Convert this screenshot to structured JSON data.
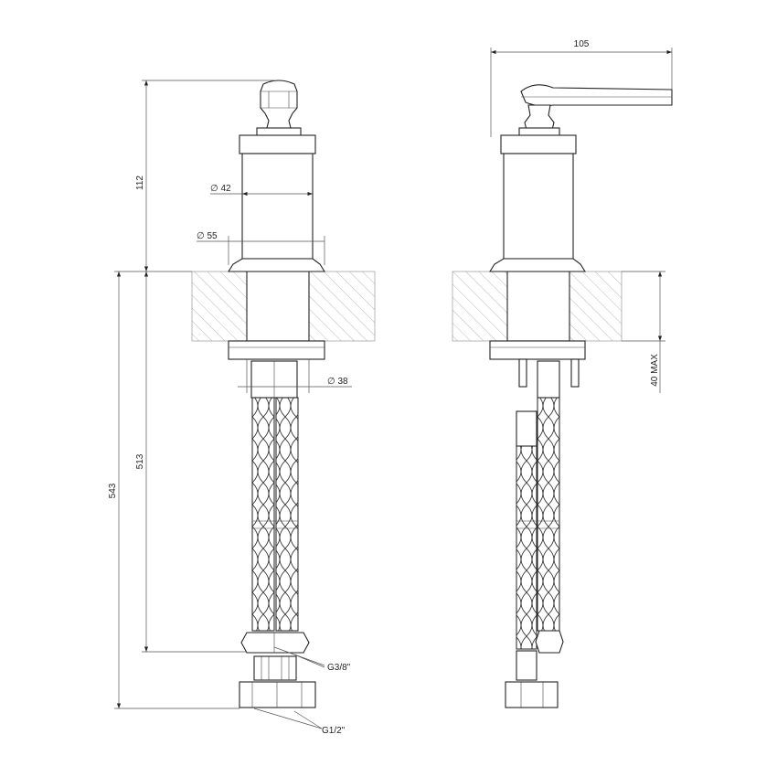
{
  "dimensions": {
    "width_overall": "105",
    "height_above_deck": "112",
    "body_diameter": "∅ 42",
    "base_diameter": "∅ 55",
    "shank_diameter": "∅ 38",
    "hose_length": "513",
    "overall_below": "543",
    "deck_thickness": "40 MAX",
    "thread_small": "G3/8\"",
    "thread_large": "G1/2\""
  },
  "colors": {
    "line": "#222222",
    "dimension": "#555555"
  }
}
